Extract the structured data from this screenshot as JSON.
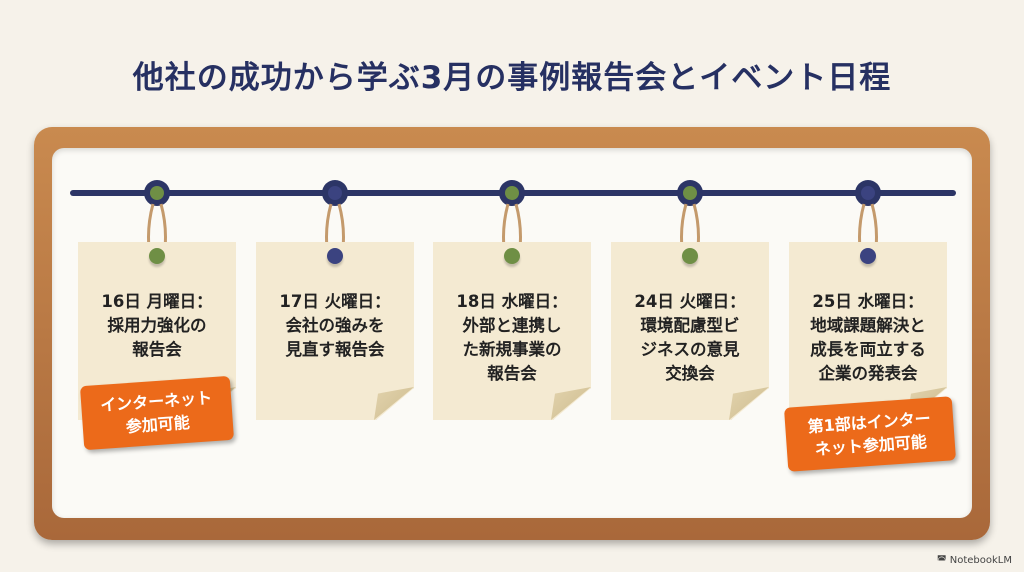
{
  "title": "他社の成功から学ぶ3月の事例報告会とイベント日程",
  "colors": {
    "green": "#6f8f45",
    "navy": "#3b4380",
    "badge": "#ec6a1a"
  },
  "events": [
    {
      "lines": [
        "16日 月曜日：",
        "採用力強化の",
        "報告会"
      ],
      "pin": "green"
    },
    {
      "lines": [
        "17日 火曜日：",
        "会社の強みを",
        "見直す報告会"
      ],
      "pin": "navy"
    },
    {
      "lines": [
        "18日 水曜日：",
        "外部と連携し",
        "た新規事業の",
        "報告会"
      ],
      "pin": "green"
    },
    {
      "lines": [
        "24日 火曜日：",
        "環境配慮型ビ",
        "ジネスの意見",
        "交換会"
      ],
      "pin": "green"
    },
    {
      "lines": [
        "25日 水曜日：",
        "地域課題解決と",
        "成長を両立する",
        "企業の発表会"
      ],
      "pin": "navy"
    }
  ],
  "badges": [
    {
      "lines": [
        "インターネット",
        "参加可能"
      ]
    },
    {
      "lines": [
        "第1部はインター",
        "ネット参加可能"
      ]
    }
  ],
  "footer": "NotebookLM"
}
